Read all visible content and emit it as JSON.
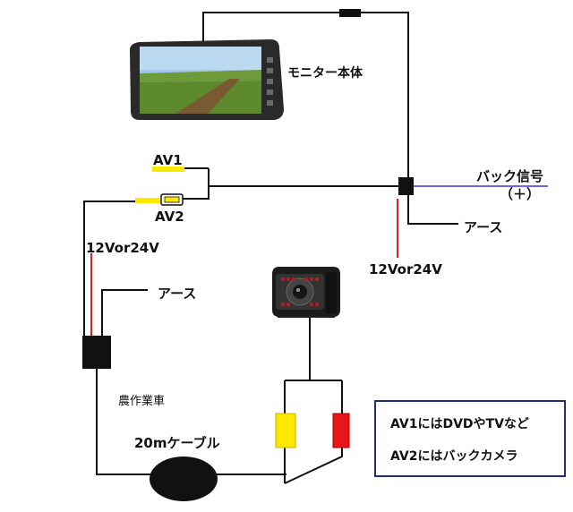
{
  "labels": {
    "monitor": "モニター本体",
    "back_signal": "バック信号",
    "back_signal_plus": "（＋）",
    "earth_right": "アース",
    "earth_left": "アース",
    "power_right": "12Vor24V",
    "power_left": "12Vor24V",
    "av1": "AV1",
    "av2": "AV2",
    "vehicle": "農作業車",
    "cable": "20mケーブル"
  },
  "notes": [
    "AV1にはDVDやTVなど",
    "AV2にはバックカメラ"
  ],
  "colors": {
    "wire": "#111111",
    "red_wire": "#e02020",
    "blue_wire": "#6a6ad8",
    "yellow_plug": "#ffe800",
    "red_plug": "#e8161b",
    "note_border": "#1f2d7a"
  }
}
